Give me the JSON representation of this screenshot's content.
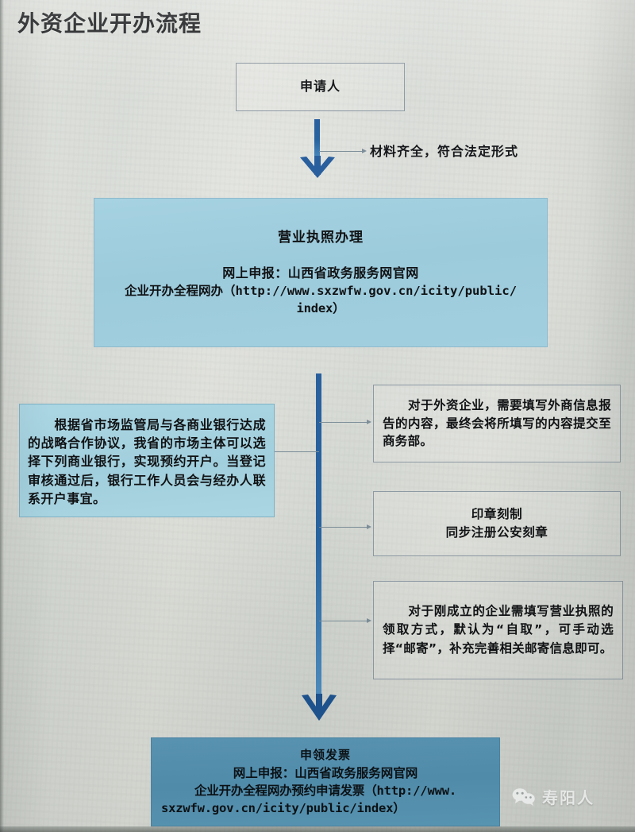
{
  "page": {
    "title": "外资企业开办流程",
    "background_color": "#d5d8d3",
    "accent_blue": "#2a5f9e",
    "box_blue": "#9ecddd",
    "box_blue_dark": "#5390b0"
  },
  "nodes": {
    "applicant": {
      "label": "申请人"
    },
    "license": {
      "heading": "营业执照办理",
      "line1": "网上申报：山西省政务服务网官网",
      "line2": "企业开办全程网办（http://www.sxzwfw.gov.cn/icity/public/",
      "line3": "index）"
    },
    "bank": {
      "text": "　　根据省市场监管局与各商业银行达成的战略合作协议，我省的市场主体可以选择下列商业银行，实现预约开户。当登记审核通过后，银行工作人员会与经办人联系开户事宜。"
    },
    "foreign_info": {
      "text": "　　对于外资企业，需要填写外商信息报告的内容，最终会将所填写的内容提交至商务部。"
    },
    "seal": {
      "line1": "印章刻制",
      "line2": "同步注册公安刻章"
    },
    "pickup": {
      "text": "　　对于刚成立的企业需填写营业执照的领取方式，默认为“自取”，可手动选择“邮寄”，补充完善相关邮寄信息即可。"
    },
    "invoice": {
      "heading": "申领发票",
      "line1": "网上申报：山西省政务服务网官网",
      "line2": "企业开办全程网办预约申请发票（http://www.",
      "line3": "sxzwfw.gov.cn/icity/public/index）"
    }
  },
  "connectors": {
    "materials_label": "材料齐全，符合法定形式"
  },
  "watermark": {
    "icon": "wechat-icon",
    "text": "寿阳人"
  }
}
